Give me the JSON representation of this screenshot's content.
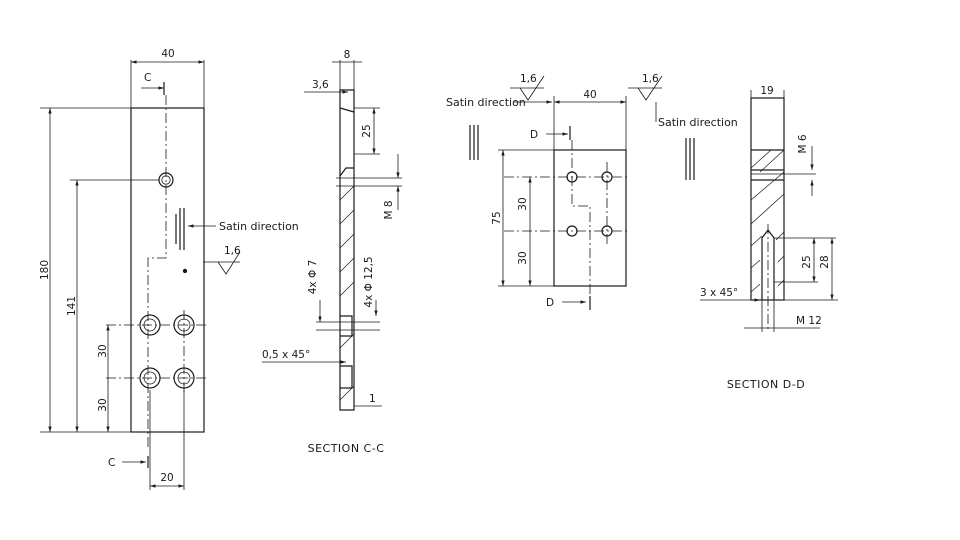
{
  "dimensions": {
    "front_width": "40",
    "front_height": "180",
    "front_hole_height": "141",
    "front_spacing_a": "30",
    "front_spacing_b": "30",
    "front_hole_gap": "20",
    "side_thickness": "8",
    "side_offset": "3,6",
    "side_top": "25",
    "side_thread": "M 8",
    "side_hole_small": "4x Φ 7",
    "side_hole_large": "4x Φ 12,5",
    "side_chamfer": "0,5 x 45°",
    "side_step": "1",
    "right_width": "40",
    "right_height": "75",
    "right_spacing_a": "30",
    "right_spacing_b": "30",
    "end_width": "19",
    "end_thread_top": "M 6",
    "end_depth_inner": "25",
    "end_depth_outer": "28",
    "end_chamfer": "3 x 45°",
    "end_thread_bottom": "M 12"
  },
  "labels": {
    "section_c_top": "C",
    "section_c_bottom": "C",
    "section_d_top": "D",
    "section_d_bottom": "D",
    "satin_1": "Satin direction",
    "satin_2": "Satin direction",
    "satin_3": "Satin direction",
    "rough_1": "1,6",
    "rough_2": "1,6",
    "rough_3": "1,6"
  },
  "captions": {
    "section_cc": "SECTION C-C",
    "section_dd": "SECTION D-D"
  }
}
